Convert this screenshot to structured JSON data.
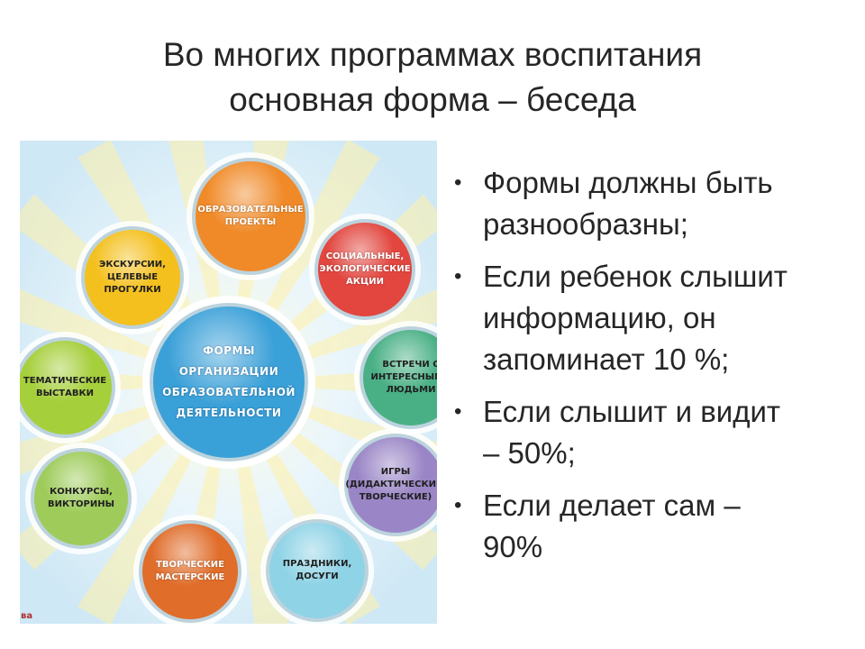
{
  "slide": {
    "title_lines": [
      "Во многих программах воспитания",
      "основная форма – беседа"
    ],
    "bullets": [
      "Формы должны быть\nразнообразны;",
      "Если ребенок слышит\nинформацию, он\nзапоминает 10 %;",
      "Если слышит и видит\n– 50%;",
      "Если делает сам –\n90%"
    ],
    "bullet_glyph": "•"
  },
  "diagram": {
    "center": {
      "lines": [
        "Формы",
        "организации",
        "образовательной",
        "деятельности"
      ],
      "color": "#3aa0d8"
    },
    "circles": [
      {
        "lines": [
          "Образовательные",
          "проекты"
        ],
        "color": "#f08a28"
      },
      {
        "lines": [
          "Социальные,",
          "экологические",
          "акции"
        ],
        "color": "#e2463f"
      },
      {
        "lines": [
          "Встречи с",
          "интересными",
          "людьми"
        ],
        "color": "#49b085"
      },
      {
        "lines": [
          "Игры",
          "(дидактические,",
          "творческие)"
        ],
        "color": "#9a86c6"
      },
      {
        "lines": [
          "Праздники,",
          "досуги"
        ],
        "color": "#8fd3e6"
      },
      {
        "lines": [
          "Творческие",
          "мастерские"
        ],
        "color": "#e06d2a"
      },
      {
        "lines": [
          "Конкурсы,",
          "викторины"
        ],
        "color": "#9ecb5a"
      },
      {
        "lines": [
          "Тематические",
          "выставки"
        ],
        "color": "#a6cf3c"
      },
      {
        "lines": [
          "Экскурсии,",
          "целевые",
          "прогулки"
        ],
        "color": "#f4c01e"
      }
    ],
    "corner_badge": "ва"
  }
}
